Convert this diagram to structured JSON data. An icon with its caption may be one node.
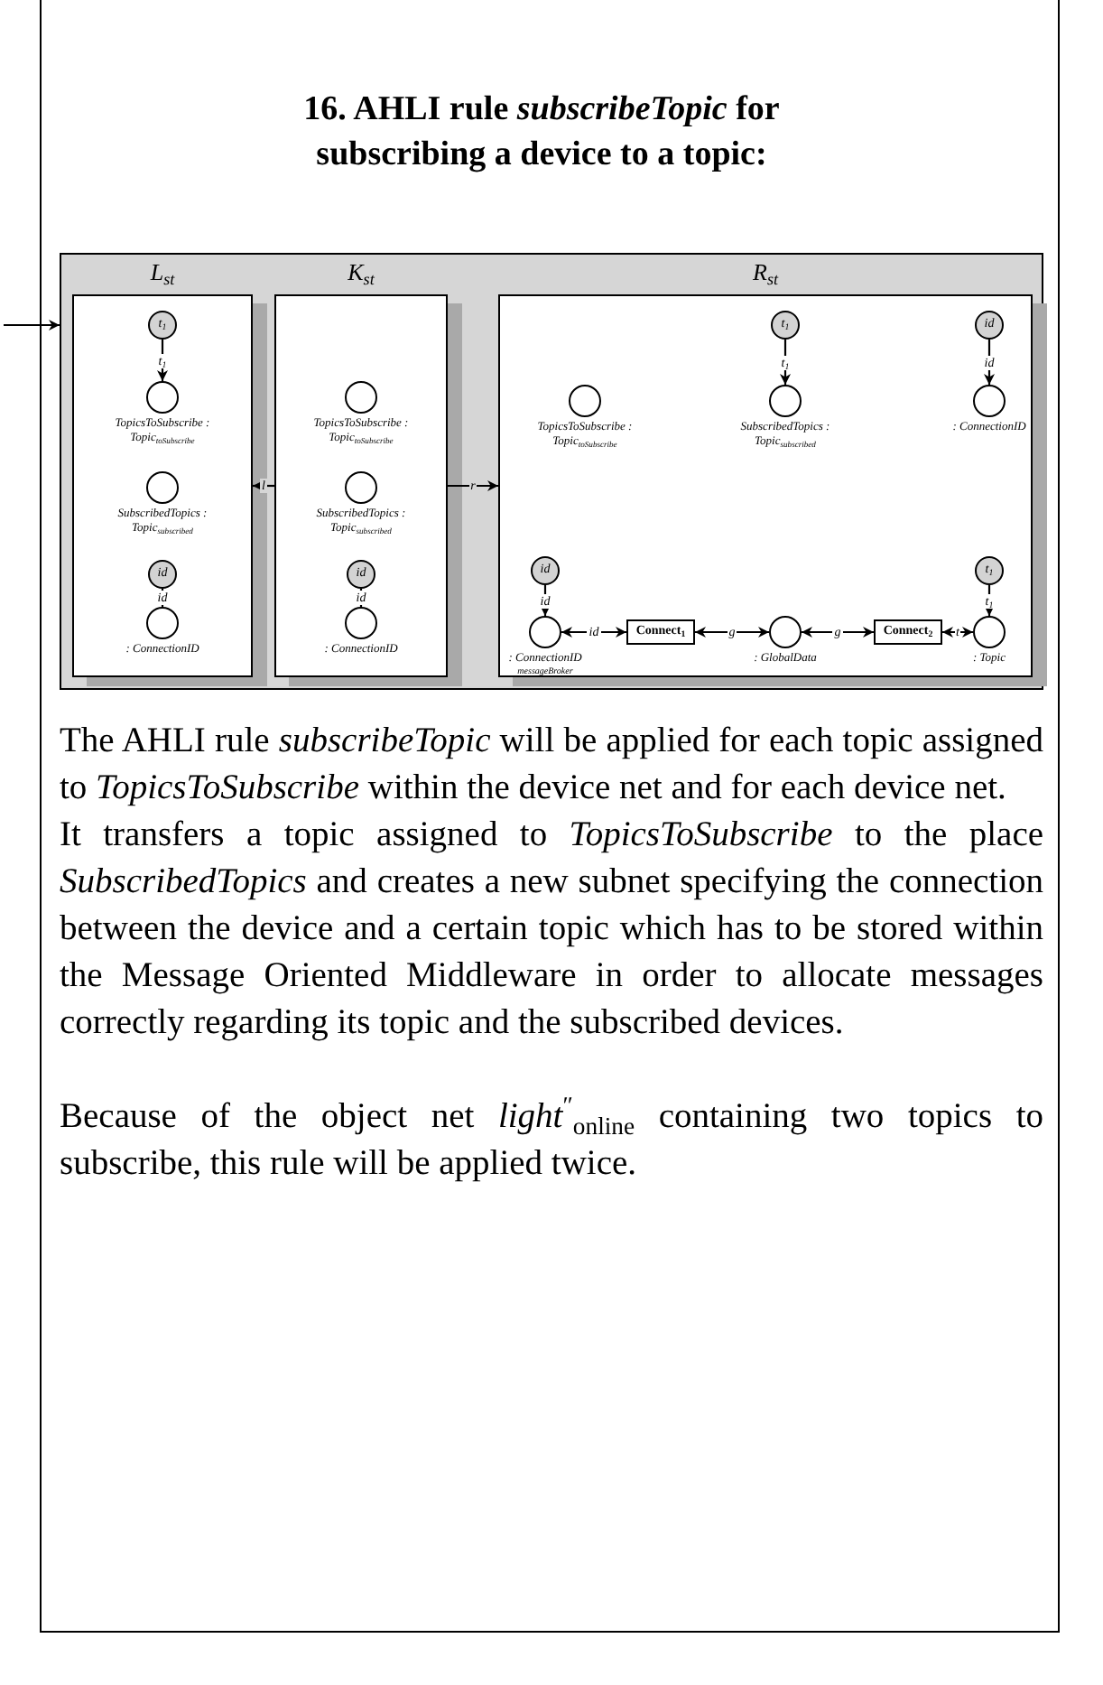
{
  "diagram": {
    "title": "16. AHLI rule *subscribeTopic* for subscribing a device to a topic:",
    "nodes": [
      {
        "text": [],
        "shape": "box"
      },
      {
        "text": [
          "L$_{st}$"
        ],
        "in": 0
      },
      {
        "text": [
          "K$_{st}$"
        ],
        "in": 0
      },
      {
        "text": [
          "R$_{st}$"
        ],
        "in": 0
      },
      {
        "text": [
          "t$_{1}$"
        ],
        "in": 1
      },
      {
        "text": [],
        "shape": "circle",
        "in": 1,
        "beside": [
          "TopicsToSubscribe : Topic$_{toSubscribe}$"
        ]
      },
      {
        "text": [],
        "shape": "circle",
        "in": 1,
        "beside": [
          "SubscribedTopics : Topic$_{subscribed}$"
        ]
      },
      {
        "text": [
          "id"
        ],
        "in": 1
      },
      {
        "text": [],
        "shape": "circle",
        "in": 1,
        "beside": [
          ": ConnectionID"
        ]
      },
      {
        "text": [],
        "shape": "circle",
        "in": 2,
        "beside": [
          "TopicsToSubscribe : Topic$_{toSubscribe}$"
        ]
      },
      {
        "text": [],
        "shape": "circle",
        "in": 2,
        "beside": [
          "SubscribedTopics : Topic$_{subscribed}$"
        ]
      },
      {
        "text": [
          "id"
        ],
        "in": 2
      },
      {
        "text": [],
        "shape": "circle",
        "in": 2,
        "beside": [
          ": ConnectionID"
        ]
      },
      {
        "text": [],
        "shape": "circle",
        "in": 3,
        "beside": [
          "TopicsToSubscribe : Topic$_{toSubscribe}$"
        ]
      },
      {
        "text": [
          "t$_{1}$"
        ],
        "in": 3
      },
      {
        "text": [],
        "shape": "circle",
        "in": 3,
        "beside": [
          "SubscribedTopics : Topic$_{subscribed}$"
        ]
      },
      {
        "text": [
          "id"
        ],
        "in": 3
      },
      {
        "text": [],
        "shape": "circle",
        "in": 3,
        "beside": [
          ": ConnectionID"
        ]
      },
      {
        "text": [
          "id"
        ],
        "in": 3
      },
      {
        "text": [],
        "shape": "circle",
        "in": 3,
        "beside": [
          ": ConnectionID",
          "messageBroker"
        ]
      },
      {
        "text": [
          "Connect$_{1}$"
        ],
        "in": 3
      },
      {
        "text": [],
        "shape": "circle",
        "in": 3,
        "beside": [
          ": GlobalData"
        ]
      },
      {
        "text": [
          "Connect$_{2}$"
        ],
        "in": 3
      },
      {
        "text": [],
        "shape": "circle",
        "in": 3,
        "beside": [
          ": Topic"
        ]
      },
      {
        "text": [
          "t$_{1}$"
        ],
        "in": 3
      }
    ],
    "edges": [
      {
        "from": null,
        "to": 0,
        "arrow": "to"
      },
      {
        "from": 2,
        "to": 1,
        "arrow": "to",
        "label": "l"
      },
      {
        "from": 2,
        "to": 3,
        "arrow": "to",
        "label": "r"
      },
      {
        "from": 4,
        "to": 5,
        "arrow": "to",
        "label": "t$_{1}$"
      },
      {
        "from": 7,
        "to": 8,
        "arrow": "to",
        "label": "id"
      },
      {
        "from": 11,
        "to": 12,
        "arrow": "to",
        "label": "id"
      },
      {
        "from": 14,
        "to": 15,
        "arrow": "to",
        "label": "t$_{1}$"
      },
      {
        "from": 16,
        "to": 17,
        "arrow": "to",
        "label": "id"
      },
      {
        "from": 18,
        "to": 19,
        "arrow": "to",
        "label": "id"
      },
      {
        "from": 20,
        "to": 19,
        "arrow": "both",
        "label": "id"
      },
      {
        "from": 20,
        "to": 21,
        "arrow": "both",
        "label": "g"
      },
      {
        "from": 22,
        "to": 21,
        "arrow": "both",
        "label": "g"
      },
      {
        "from": 22,
        "to": 23,
        "arrow": "both",
        "label": "t"
      },
      {
        "from": 24,
        "to": 23,
        "arrow": "to",
        "label": "t$_{1}$"
      }
    ],
    "labels": [
      "The AHLI rule *subscribeTopic* will be applied for each topic assigned to *TopicsToSubscribe* within the device net and for each device net.",
      "It transfers a topic assigned to *TopicsToSubscribe* to the place *SubscribedTopics* and creates a new subnet specifying the connection between the device and a certain topic which has to be stored within the Message Oriented Middleware in order to allocate messages correctly regarding its topic and the subscribed devices.",
      "Because of the object net *light*$^{″}$$_{online}$ containing two topics to subscribe, this rule will be applied twice."
    ]
  }
}
